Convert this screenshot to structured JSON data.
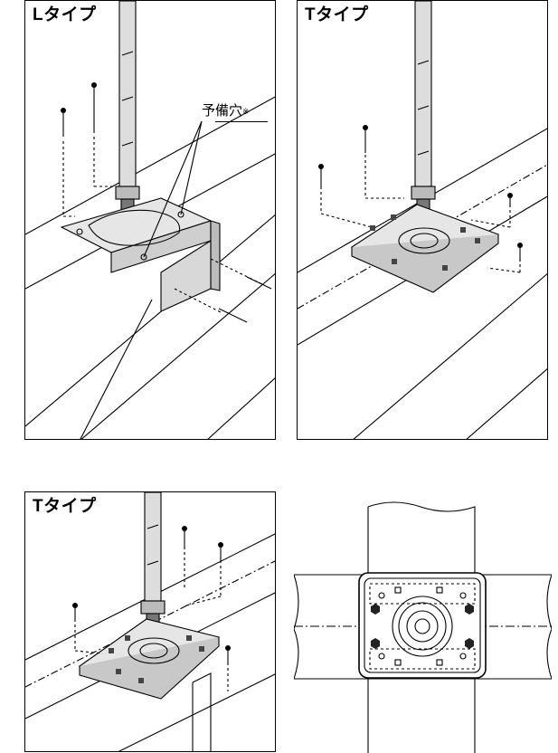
{
  "panels": {
    "top_left": {
      "title": "Lタイプ"
    },
    "top_right": {
      "title": "Tタイプ"
    },
    "bottom_left": {
      "title": "Tタイプ"
    }
  },
  "callout": {
    "label": "予備穴",
    "mark": "※"
  }
}
